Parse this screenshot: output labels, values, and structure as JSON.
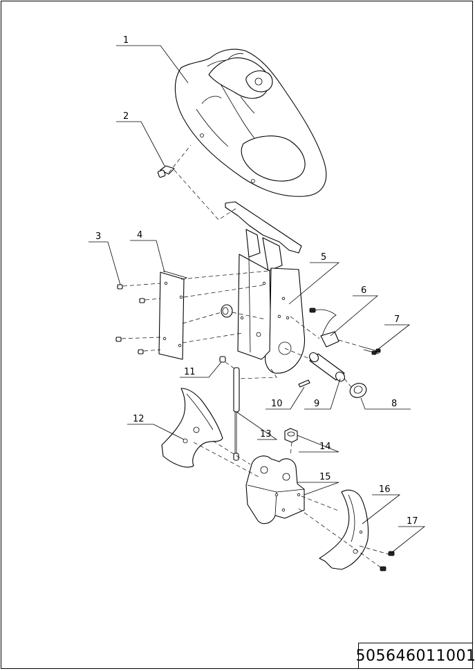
{
  "document_number": "505646011001",
  "callouts": [
    {
      "id": "1",
      "label": "1"
    },
    {
      "id": "2",
      "label": "2"
    },
    {
      "id": "3",
      "label": "3"
    },
    {
      "id": "4",
      "label": "4"
    },
    {
      "id": "5",
      "label": "5"
    },
    {
      "id": "6",
      "label": "6"
    },
    {
      "id": "7",
      "label": "7"
    },
    {
      "id": "8",
      "label": "8"
    },
    {
      "id": "9",
      "label": "9"
    },
    {
      "id": "10",
      "label": "10"
    },
    {
      "id": "11",
      "label": "11"
    },
    {
      "id": "12",
      "label": "12"
    },
    {
      "id": "13",
      "label": "13"
    },
    {
      "id": "14",
      "label": "14"
    },
    {
      "id": "15",
      "label": "15"
    },
    {
      "id": "16",
      "label": "16"
    },
    {
      "id": "17",
      "label": "17"
    }
  ]
}
